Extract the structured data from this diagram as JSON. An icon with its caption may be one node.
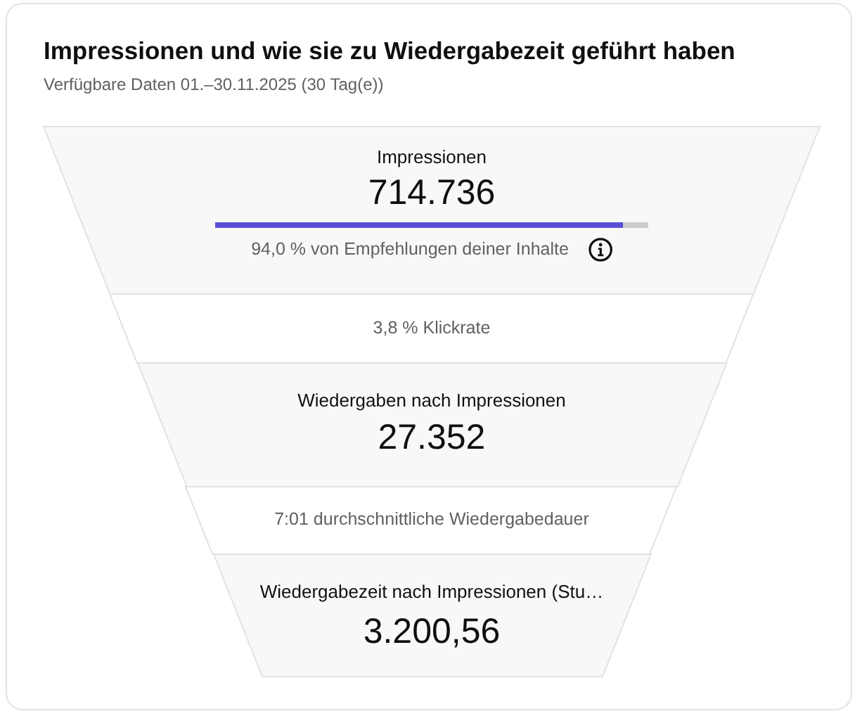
{
  "diagram": {
    "title": "Impressionen und wie sie zu Wiedergabezeit geführt haben",
    "nodes": [
      {
        "text": [
          "Impressionen",
          "714.736",
          "94,0 % von Empfehlungen deiner Inhalte"
        ]
      },
      {
        "text": [
          "3,8 % Klickrate"
        ]
      },
      {
        "text": [
          "Wiedergaben nach Impressionen",
          "27.352"
        ]
      },
      {
        "text": [
          "7:01 durchschnittliche Wiedergabedauer"
        ]
      },
      {
        "text": [
          "Wiedergabezeit nach Impressionen (Stu…",
          "3.200,56"
        ]
      }
    ],
    "labels": [
      "Verfügbare Daten 01.–30.11.2025 (30 Tag(e))"
    ]
  }
}
